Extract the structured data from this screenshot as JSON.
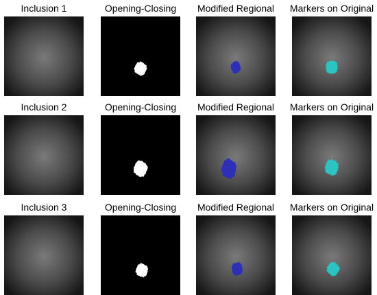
{
  "rows": [
    {
      "titles": [
        "Inclusion 1",
        "Opening-Closing",
        "Modified Regional",
        "Markers on Original"
      ],
      "colors": {
        "bw": "#ffffff",
        "regional": "#2d2fb8",
        "marker": "#2ac4c2"
      }
    },
    {
      "titles": [
        "Inclusion 2",
        "Opening-Closing",
        "Modified Regional",
        "Markers on Original"
      ],
      "colors": {
        "bw": "#ffffff",
        "regional": "#2d2fb8",
        "marker": "#2ac4c2"
      }
    },
    {
      "titles": [
        "Inclusion 3",
        "Opening-Closing",
        "Modified Regional",
        "Markers on Original"
      ],
      "colors": {
        "bw": "#ffffff",
        "regional": "#2d2fb8",
        "marker": "#2ac4c2"
      }
    }
  ],
  "panel_kinds": [
    "original",
    "opening-closing",
    "modified-regional",
    "markers-on-original"
  ]
}
